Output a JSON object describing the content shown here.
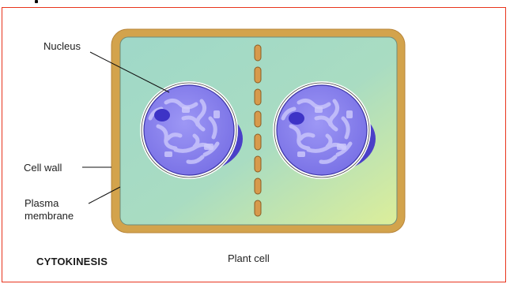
{
  "labels": {
    "nucleus": "Nucleus",
    "cell_wall": "Cell wall",
    "plasma_line1": "Plasma",
    "plasma_line2": "membrane",
    "title": "CYTOKINESIS",
    "caption": "Plant cell"
  },
  "colors": {
    "frame_border": "#e8341c",
    "cell_wall": "#d3a34c",
    "cytoplasm_start": "#9fd8c8",
    "cytoplasm_end": "#d9ec9c",
    "nucleus_fill": "#8f88f0",
    "nucleus_shadow": "#4a3fc8",
    "nucleolus": "#3d33c6",
    "cell_plate_vesicle": "#d79a4c"
  }
}
